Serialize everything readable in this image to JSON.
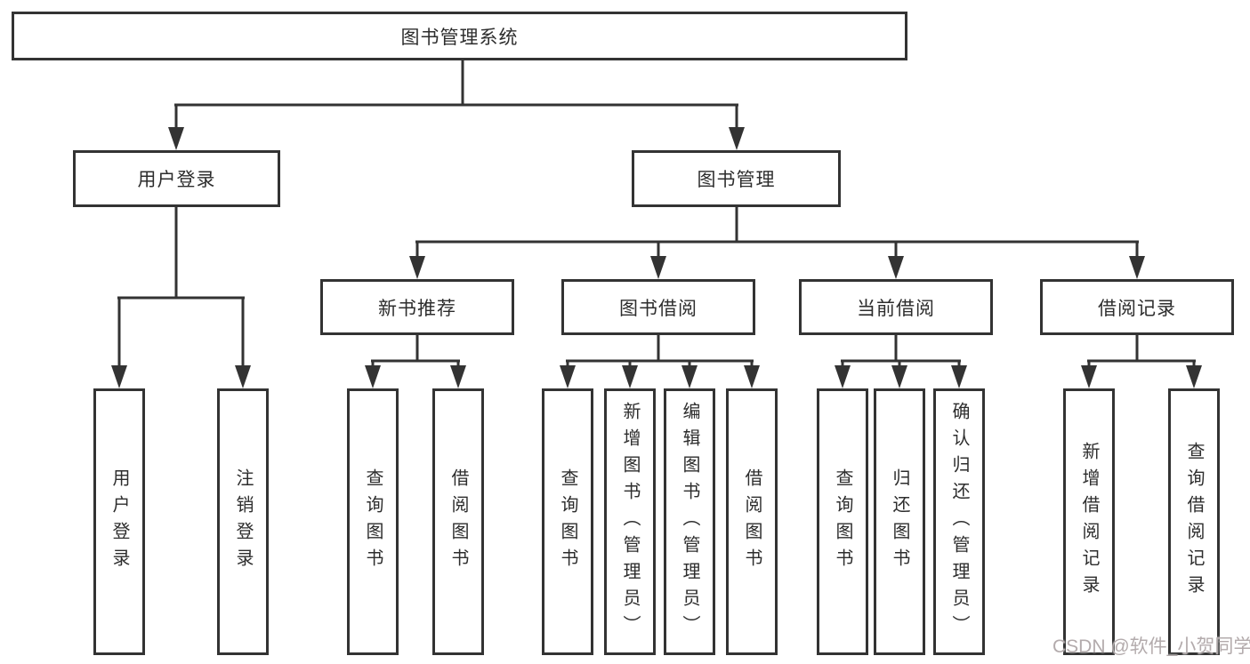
{
  "diagram": {
    "root": {
      "label": "图书管理系统"
    },
    "level2": [
      {
        "label": "用户登录"
      },
      {
        "label": "图书管理"
      }
    ],
    "level3": [
      {
        "label": "新书推荐"
      },
      {
        "label": "图书借阅"
      },
      {
        "label": "当前借阅"
      },
      {
        "label": "借阅记录"
      }
    ],
    "leaves": {
      "user_login": [
        {
          "label": "用户登录"
        },
        {
          "label": "注销登录"
        }
      ],
      "new_book": [
        {
          "label": "查询图书"
        },
        {
          "label": "借阅图书"
        }
      ],
      "book_borrow": [
        {
          "label": "查询图书"
        },
        {
          "label": "新增图书（管理员）"
        },
        {
          "label": "编辑图书（管理员）"
        },
        {
          "label": "借阅图书"
        }
      ],
      "current_borrow": [
        {
          "label": "查询图书"
        },
        {
          "label": "归还图书"
        },
        {
          "label": "确认归还（管理员）"
        }
      ],
      "records": [
        {
          "label": "新增借阅记录"
        },
        {
          "label": "查询借阅记录"
        }
      ]
    }
  },
  "watermark": {
    "text": "CSDN @软件_小贺同学"
  },
  "colors": {
    "line": "#333333",
    "text": "#2d2d2d",
    "background": "#ffffff",
    "watermark": "#b3abac"
  }
}
